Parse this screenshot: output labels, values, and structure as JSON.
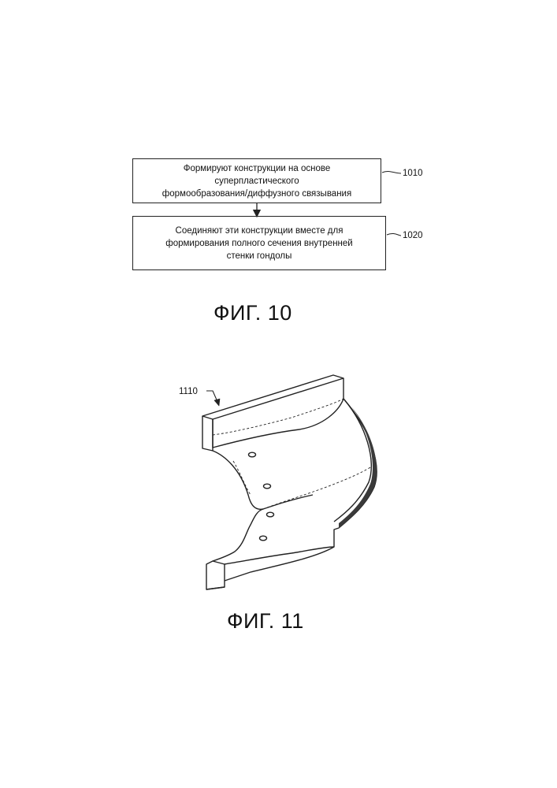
{
  "figure10": {
    "step1": {
      "lines": [
        "Формируют конструкции на основе",
        "суперпластического",
        "формообразования/диффузного связывания"
      ],
      "ref": "1010"
    },
    "step2": {
      "lines": [
        "Соединяют эти конструкции вместе для",
        "формирования полного сечения внутренней",
        "стенки гондолы"
      ],
      "ref": "1020"
    },
    "caption": "ФИГ. 10"
  },
  "figure11": {
    "ref": "1110",
    "caption": "ФИГ. 11"
  }
}
